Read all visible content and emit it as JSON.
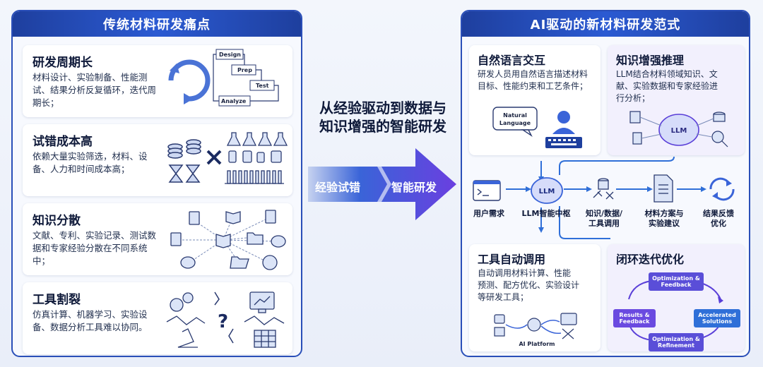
{
  "left_panel": {
    "title": "传统材料研发痛点",
    "cards": [
      {
        "title": "研发周期长",
        "desc": "材料设计、实验制备、性能测试、结果分析反复循环，迭代周期长；"
      },
      {
        "title": "试错成本高",
        "desc": "依赖大量实验筛选，材料、设备、人力和时间成本高；"
      },
      {
        "title": "知识分散",
        "desc": "文献、专利、实验记录、测试数据和专家经验分散在不同系统中；"
      },
      {
        "title": "工具割裂",
        "desc": "仿真计算、机器学习、实验设备、数据分析工具难以协同。"
      }
    ],
    "waterfall_steps": [
      "Design",
      "Prep",
      "Test",
      "Analyze"
    ]
  },
  "center": {
    "title_line1": "从经验驱动到数据与",
    "title_line2": "知识增强的智能研发",
    "arrow_left": "经验试错",
    "arrow_right": "智能研发"
  },
  "right_panel": {
    "title": "AI驱动的新材料研发范式",
    "nl_card": {
      "title": "自然语言交互",
      "desc_line1": "研发人员用自然语言描述材料",
      "desc_line2": "目标、性能约束和工艺条件；",
      "bubble_line1": "Natural",
      "bubble_line2": "Language"
    },
    "kr_card": {
      "title": "知识增强推理",
      "desc_line1": "LLM结合材料领域知识、文",
      "desc_line2": "献、实验数据和专家经验进",
      "desc_line3": "行分析；",
      "brain_label": "LLM"
    },
    "flow": {
      "user": "用户需求",
      "hub": "LLM智能中枢",
      "hub_label": "LLM",
      "tools_line1": "知识/数据/",
      "tools_line2": "工具调用",
      "plan_line1": "材料方案与",
      "plan_line2": "实验建议",
      "feedback_line1": "结果反馈",
      "feedback_line2": "优化"
    },
    "tool_card": {
      "title": "工具自动调用",
      "desc_line1": "自动调用材料计算、性能",
      "desc_line2": "预测、配方优化、实验设计",
      "desc_line3": "等研发工具；",
      "platform": "AI Platform"
    },
    "loop_card": {
      "title": "闭环迭代优化",
      "top": "Optimization & Feedback",
      "right": "Accelerated Solutions",
      "bottom": "Optimization & Refinement",
      "left": "Results & Feedback"
    }
  },
  "colors": {
    "primary": "#2a4fb8",
    "accent": "#5a3fd8",
    "light": "#e9eef9"
  }
}
